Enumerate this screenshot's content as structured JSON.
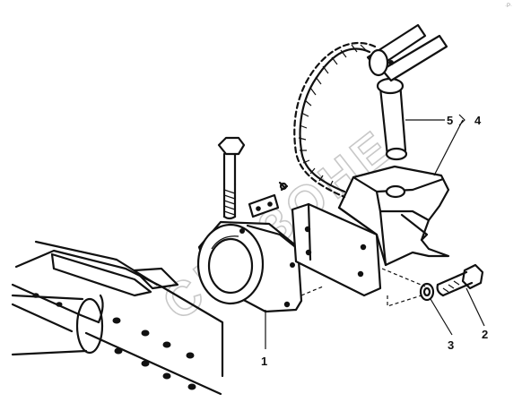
{
  "callouts": [
    {
      "id": "1",
      "label": "1"
    },
    {
      "id": "2",
      "label": "2"
    },
    {
      "id": "3",
      "label": "3"
    },
    {
      "id": "4",
      "label": "4"
    },
    {
      "id": "5",
      "label": "5"
    }
  ],
  "watermark": "СИБЗОНЕ",
  "corner_mark": "·P·",
  "colors": {
    "ink": "#111111",
    "watermark": "#c8c8c8",
    "background": "#ffffff"
  }
}
